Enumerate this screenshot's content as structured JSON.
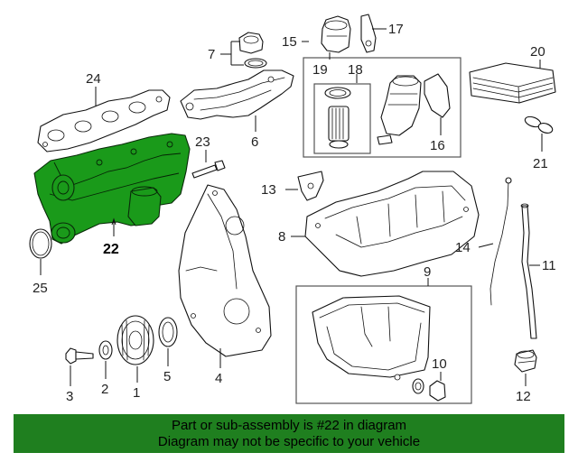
{
  "diagram": {
    "callouts": {
      "c1": "1",
      "c2": "2",
      "c3": "3",
      "c4": "4",
      "c5": "5",
      "c6": "6",
      "c7": "7",
      "c8": "8",
      "c9": "9",
      "c10": "10",
      "c11": "11",
      "c12": "12",
      "c13": "13",
      "c14": "14",
      "c15": "15",
      "c16": "16",
      "c17": "17",
      "c18": "18",
      "c19": "19",
      "c20": "20",
      "c21": "21",
      "c22": "22",
      "c23": "23",
      "c24": "24",
      "c25": "25"
    },
    "highlighted_part": "22",
    "highlight_color": "#1a9a1a"
  },
  "banner": {
    "line1": "Part or sub-assembly is #22 in diagram",
    "line2": "Diagram may not be specific to your vehicle",
    "background": "#1f7f1f"
  }
}
